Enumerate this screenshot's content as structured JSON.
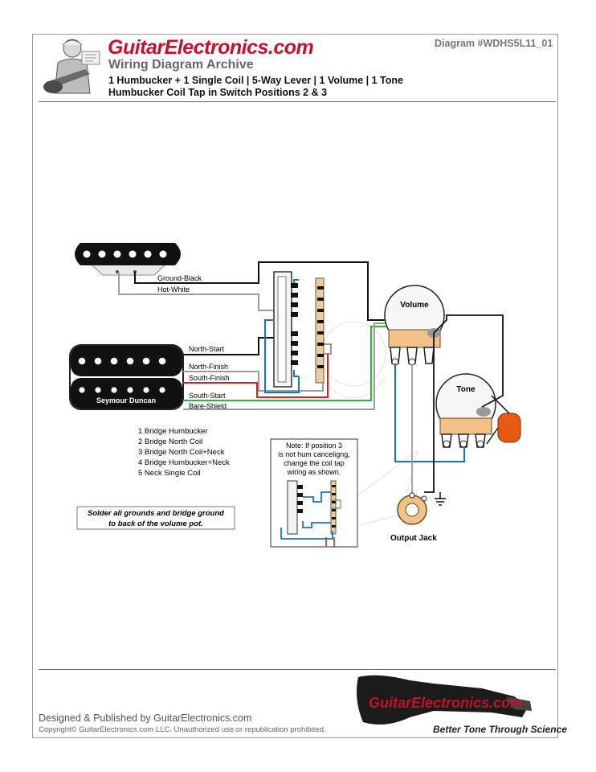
{
  "header": {
    "brand": "GuitarElectronics.com",
    "archive": "Wiring Diagram Archive",
    "title": "1 Humbucker + 1 Single Coil | 5-Way Lever | 1 Volume | 1 Tone",
    "subtitle": "Humbucker Coil Tap in Switch Positions 2 & 3",
    "diagram_id": "Diagram #WDHS5L11_01"
  },
  "wires": {
    "single_coil_ground": "Ground-Black",
    "single_coil_hot": "Hot-White",
    "north_start": "North-Start",
    "north_finish": "North-Finish",
    "south_finish": "South-Finish",
    "south_start": "South-Start",
    "bare_shield": "Bare-Shield"
  },
  "humbucker_brand": "Seymour Duncan",
  "pots": {
    "volume": "Volume",
    "tone": "Tone"
  },
  "output_jack": "Output Jack",
  "positions": [
    "1 Bridge Humbucker",
    "2 Bridge North Coil",
    "3 Bridge North Coil+Neck",
    "4 Bridge Humbucker+Neck",
    "5 Neck Single Coil"
  ],
  "solder_note": [
    "Solder all grounds and bridge ground",
    "to back of the volume pot."
  ],
  "position3_note": [
    "Note: If position 3",
    "is not hum canceligng,",
    "change the coil tap",
    "wiring as shown."
  ],
  "colors": {
    "brand_red": "#c8102e",
    "wire_blue": "#1a73c8",
    "wire_green": "#2eb82e",
    "wire_red": "#d71f1f",
    "wire_gray": "#9c9c9c",
    "capacitor": "#e85a12"
  },
  "footer": {
    "designed": "Designed & Published by GuitarElectronics.com",
    "copyright": "Copyright© GuitarElectronics.com LLC.  Unauthorized use or republication prohibited.",
    "brand": "GuitarElectronics.com",
    "tagline": "Better Tone Through Science"
  }
}
